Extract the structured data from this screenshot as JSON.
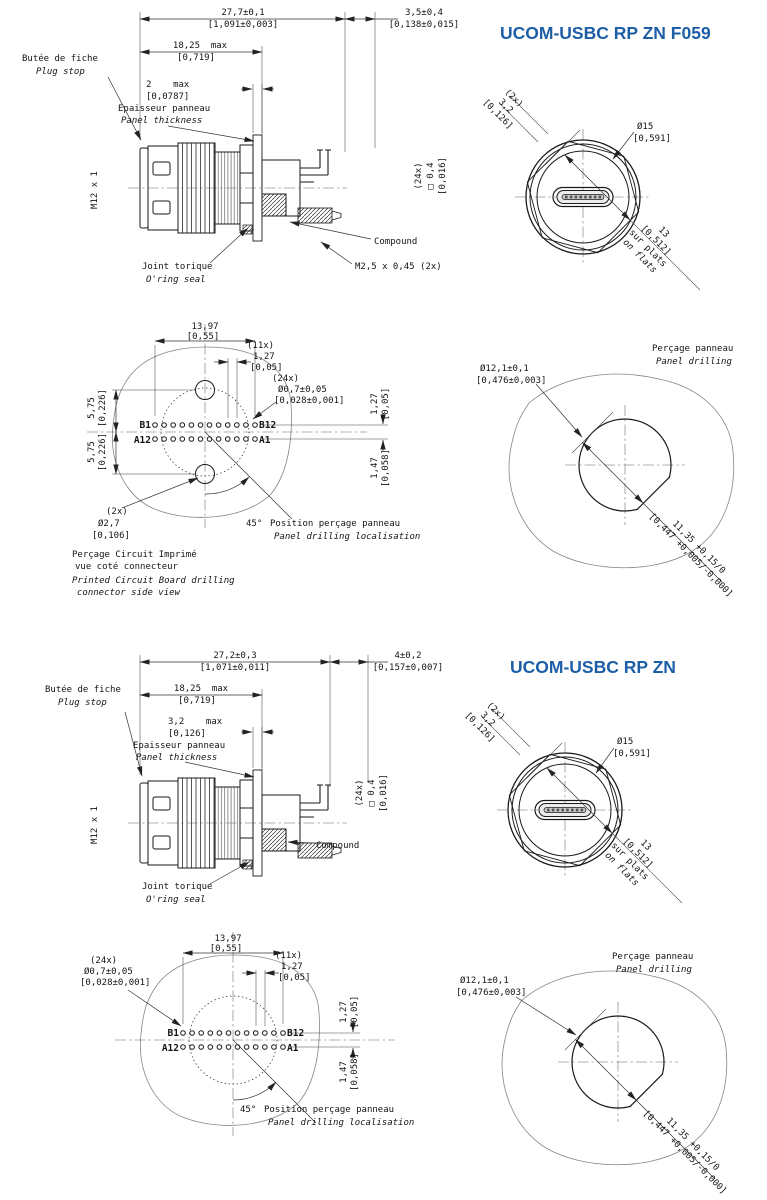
{
  "doc": {
    "accent_color": "#1d5fa7",
    "line_color": "#1a1a1a"
  },
  "top": {
    "title": "UCOM-USBC RP ZN F059",
    "side": {
      "dim_total": "27,7±0,1",
      "dim_total_in": "[1,091±0,003]",
      "dim_tail": "3,5±0,4",
      "dim_tail_in": "[0,138±0,015]",
      "plug_stop_fr": "Butée de fiche",
      "plug_stop_en": "Plug stop",
      "dim_body": "18,25  max",
      "dim_body_in": "[0,719]",
      "dim_panel": "2    max",
      "dim_panel_in": "[0,0787]",
      "panel_fr": "Epaisseur panneau",
      "panel_en": "Panel thickness",
      "thread": "M12 x 1",
      "pin_qty": "(24x)",
      "pin_dim": "□ 0,4",
      "pin_dim_in": "[0,016]",
      "compound": "Compound",
      "oring_fr": "Joint torique",
      "oring_en": "O'ring seal",
      "screw": "M2,5 x 0,45 (2x)"
    },
    "front": {
      "flat_qty": "(2x)",
      "flat_dim": "3,2",
      "flat_dim_in": "[0,126]",
      "dia": "Ø15",
      "dia_in": "[0,591]",
      "af": "13",
      "af_in": "[0,512]",
      "af_fr": "sur plats",
      "af_en": "on flats"
    },
    "pcb": {
      "width": "13,97",
      "width_in": "[0,55]",
      "pitch_qty": "(11x)",
      "pitch": "1,27",
      "pitch_in": "[0,05]",
      "v_top": "5,75",
      "v_top_in": "[0,226]",
      "v_bot": "5,75",
      "v_bot_in": "[0,226]",
      "hole_qty": "(24x)",
      "hole_dia": "Ø0,7±0,05",
      "hole_dia_in": "[0,028±0,001]",
      "b1": "B1",
      "b12": "B12",
      "a12": "A12",
      "a1": "A1",
      "row_b": "1,27",
      "row_b_in": "[0,05]",
      "row_a": "1,47",
      "row_a_in": "[0,058]",
      "mount_qty": "(2x)",
      "mount_dia": "Ø2,7",
      "mount_dia_in": "[0,106]",
      "angle": "45°",
      "angle_fr": "Position perçage panneau",
      "angle_en": "Panel drilling localisation",
      "cap_fr1": "Perçage Circuit Imprimé",
      "cap_fr2": "vue coté connecteur",
      "cap_en1": "Printed Circuit Board drilling",
      "cap_en2": "connector side view"
    },
    "panel": {
      "title_fr": "Perçage panneau",
      "title_en": "Panel drilling",
      "dia": "Ø12,1±0,1",
      "dia_in": "[0,476±0,003]",
      "af": "11,35 +0,15/0",
      "af_in": "[0,447 +0,005/-0,000]"
    }
  },
  "bottom": {
    "title": "UCOM-USBC RP ZN",
    "side": {
      "dim_total": "27,2±0,3",
      "dim_total_in": "[1,071±0,011]",
      "dim_tail": "4±0,2",
      "dim_tail_in": "[0,157±0,007]",
      "plug_stop_fr": "Butée de fiche",
      "plug_stop_en": "Plug stop",
      "dim_body": "18,25  max",
      "dim_body_in": "[0,719]",
      "dim_panel": "3,2    max",
      "dim_panel_in": "[0,126]",
      "panel_fr": "Epaisseur panneau",
      "panel_en": "Panel thickness",
      "thread": "M12 x 1",
      "pin_qty": "(24x)",
      "pin_dim": "□ 0,4",
      "pin_dim_in": "[0,016]",
      "compound": "Compound",
      "oring_fr": "Joint torique",
      "oring_en": "O'ring seal"
    },
    "front": {
      "flat_qty": "(2x)",
      "flat_dim": "3,2",
      "flat_dim_in": "[0,126]",
      "dia": "Ø15",
      "dia_in": "[0,591]",
      "af": "13",
      "af_in": "[0,512]",
      "af_fr": "sur plats",
      "af_en": "on flats"
    },
    "pcb": {
      "width": "13,97",
      "width_in": "[0,55]",
      "pitch_qty": "(11x)",
      "pitch": "1,27",
      "pitch_in": "[0,05]",
      "hole_qty": "(24x)",
      "hole_dia": "Ø0,7±0,05",
      "hole_dia_in": "[0,028±0,001]",
      "b1": "B1",
      "b12": "B12",
      "a12": "A12",
      "a1": "A1",
      "row_b": "1,27",
      "row_b_in": "[0,05]",
      "row_a": "1,47",
      "row_a_in": "[0,058]",
      "angle": "45°",
      "angle_fr": "Position perçage panneau",
      "angle_en": "Panel drilling localisation"
    },
    "panel": {
      "title_fr": "Perçage panneau",
      "title_en": "Panel drilling",
      "dia": "Ø12,1±0,1",
      "dia_in": "[0,476±0,003]",
      "af": "11,35 +0,15/0",
      "af_in": "[0,447 +0,005/-0,000]"
    }
  }
}
